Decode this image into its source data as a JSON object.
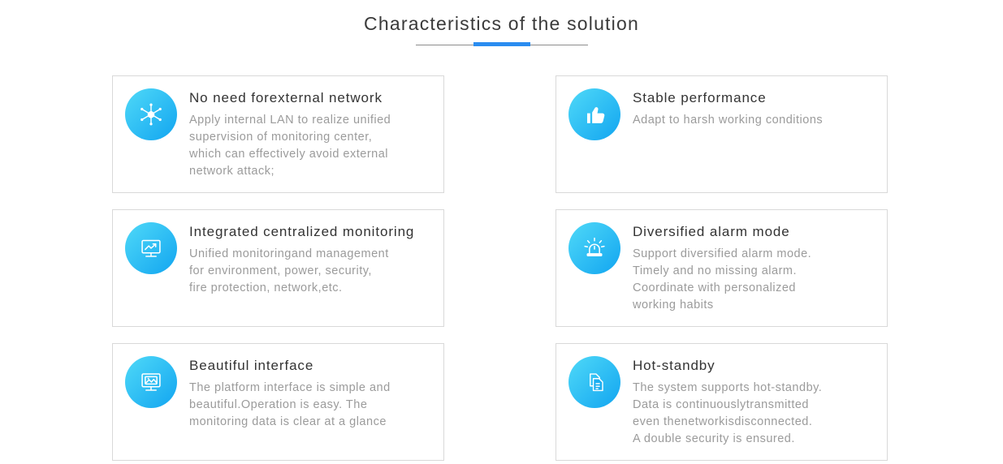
{
  "header": {
    "title": "Characteristics of the solution"
  },
  "colors": {
    "accent": "#2a8cf0",
    "icon_gradient_start": "#4fd9f8",
    "icon_gradient_end": "#12a5f0",
    "title_text": "#333333",
    "description_text": "#9b9b9b",
    "card_border": "#d9d9d9"
  },
  "cards": [
    {
      "icon": "network-hub-icon",
      "title": "No need forexternal network",
      "description": "Apply internal LAN to realize unified\nsupervision of monitoring center,\nwhich can effectively avoid external\nnetwork attack;"
    },
    {
      "icon": "thumbs-up-icon",
      "title": "Stable performance",
      "description": "Adapt to harsh working conditions"
    },
    {
      "icon": "monitor-chart-icon",
      "title": "Integrated centralized monitoring",
      "description": "Unified monitoringand management\nfor environment, power, security,\nfire protection, network,etc."
    },
    {
      "icon": "alarm-siren-icon",
      "title": "Diversified alarm mode",
      "description": "Support diversified alarm mode.\nTimely and no missing alarm.\nCoordinate with personalized\nworking habits"
    },
    {
      "icon": "interface-monitor-icon",
      "title": "Beautiful interface",
      "description": "The platform interface is simple and\nbeautiful.Operation is easy. The\nmonitoring data is clear at a glance"
    },
    {
      "icon": "documents-icon",
      "title": "Hot-standby",
      "description": "The system supports hot-standby.\nData is continuouslytransmitted\neven thenetworkisdisconnected.\nA double security is ensured."
    }
  ]
}
